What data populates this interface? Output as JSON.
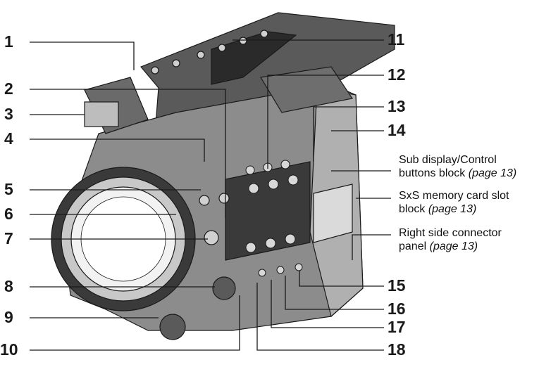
{
  "callouts_left": [
    "1",
    "2",
    "3",
    "4",
    "5",
    "6",
    "7",
    "8",
    "9",
    "10"
  ],
  "callouts_right": [
    "11",
    "12",
    "13",
    "14",
    "15",
    "16",
    "17",
    "18"
  ],
  "side_labels": [
    {
      "line1": "Sub display/Control",
      "line2": "buttons block",
      "page": "(page 13)"
    },
    {
      "line1": "SxS memory card slot",
      "line2": "block",
      "page": "(page 13)"
    },
    {
      "line1": "Right side connector",
      "line2": "panel",
      "page": "(page 13)"
    }
  ],
  "colors": {
    "ink": "#1a1a1a",
    "body_dark": "#4a4a4a",
    "body_mid": "#8a8a8a",
    "body_light": "#d4d4d4",
    "lens": "#f2f2f2"
  }
}
